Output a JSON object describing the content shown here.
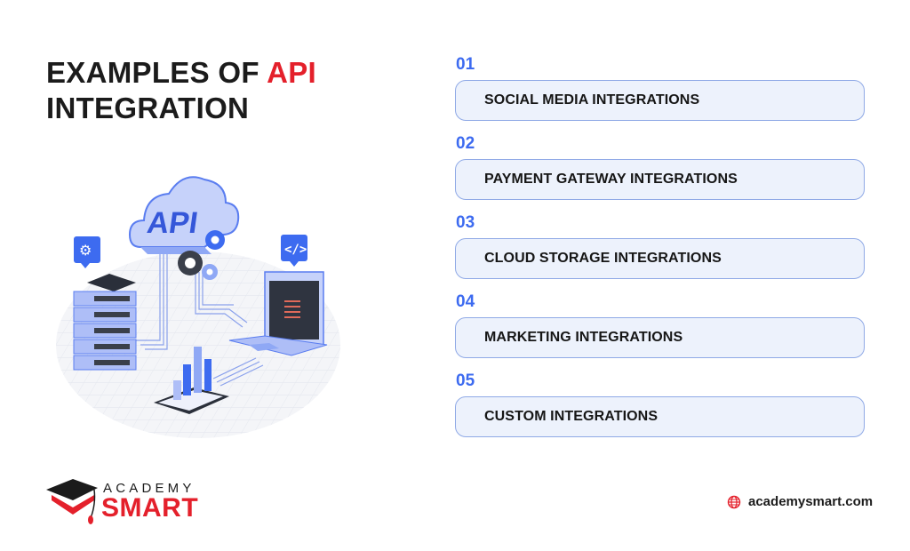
{
  "title": {
    "line1_prefix": "EXAMPLES OF ",
    "line1_accent": "API",
    "line2": "INTEGRATION"
  },
  "illustration": {
    "cloud_label": "API",
    "icons": [
      "cloud-icon",
      "gear-icon",
      "server-icon",
      "code-icon",
      "laptop-icon",
      "chart-tablet-icon"
    ]
  },
  "items": [
    {
      "number": "01",
      "label": "SOCIAL MEDIA INTEGRATIONS"
    },
    {
      "number": "02",
      "label": "PAYMENT GATEWAY INTEGRATIONS"
    },
    {
      "number": "03",
      "label": "CLOUD STORAGE INTEGRATIONS"
    },
    {
      "number": "04",
      "label": "MARKETING INTEGRATIONS"
    },
    {
      "number": "05",
      "label": "CUSTOM INTEGRATIONS"
    }
  ],
  "brand": {
    "academy": "ACADEMY",
    "smart": "SMART",
    "website": "academysmart.com"
  },
  "colors": {
    "accent_red": "#e4202b",
    "number_blue": "#3d6bf0",
    "box_fill": "#edf2fc",
    "box_border": "#8fa9e6"
  }
}
